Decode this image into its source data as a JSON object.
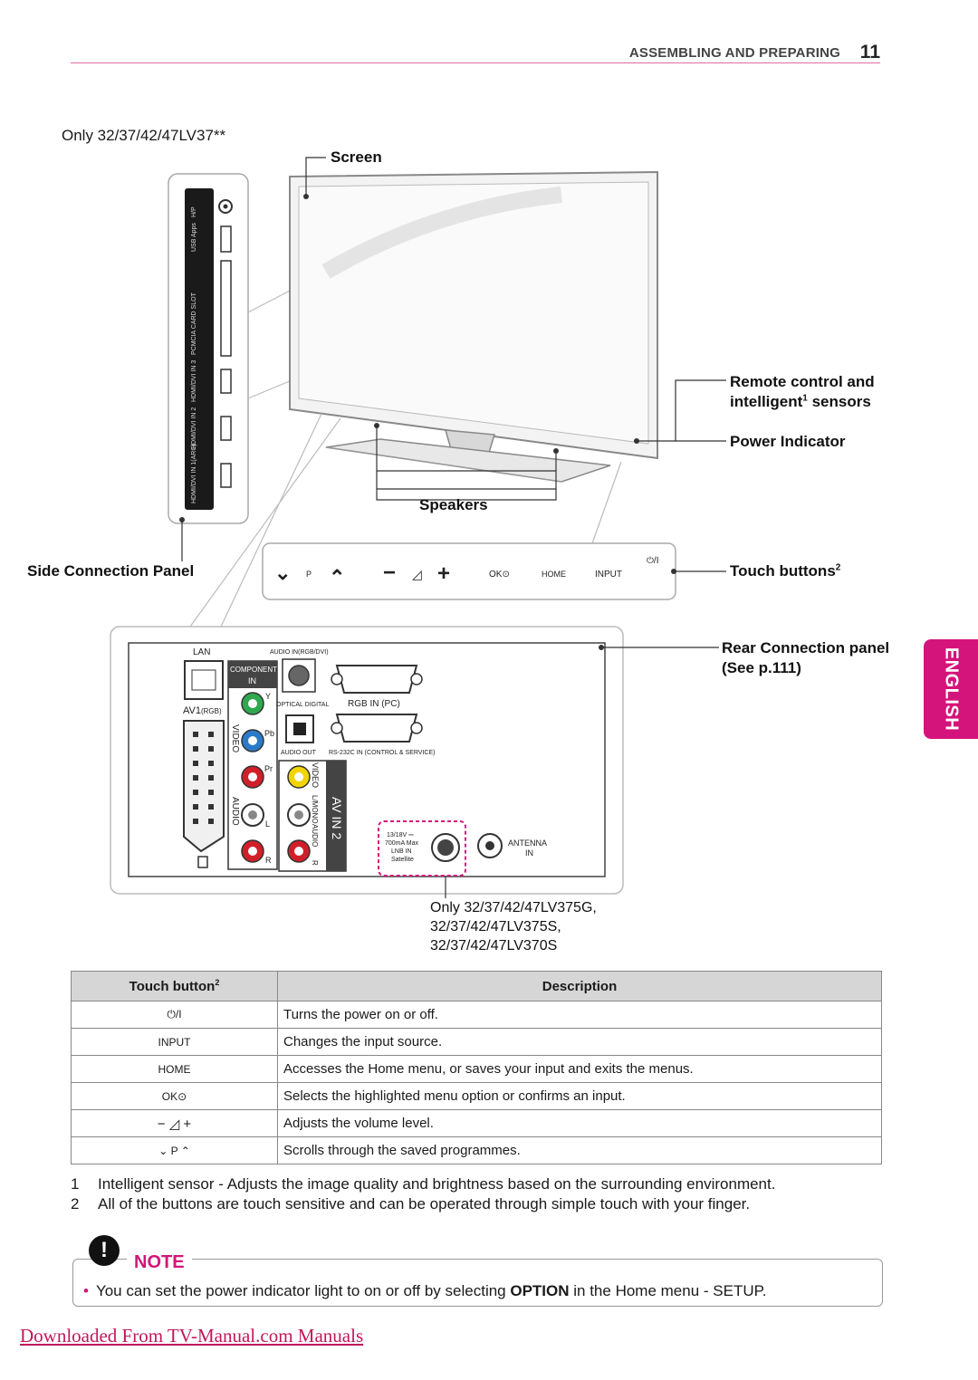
{
  "header": {
    "section_title": "ASSEMBLING AND PREPARING",
    "page_number": "11"
  },
  "model_note_top": "Only 32/37/42/47LV37**",
  "callouts": {
    "screen": "Screen",
    "remote_sensor_1": "Remote control and",
    "remote_sensor_2_prefix": "intelligent",
    "remote_sensor_2_sup": "1",
    "remote_sensor_2_suffix": " sensors",
    "power_indicator": "Power Indicator",
    "speakers": "Speakers",
    "side_connection_panel": "Side Connection Panel",
    "touch_buttons": "Touch buttons",
    "touch_buttons_sup": "2",
    "rear_panel_1": "Rear Connection panel",
    "rear_panel_2": "(See p.111)"
  },
  "side_panel_labels": {
    "hp": "H/P",
    "usb": "USB Apps",
    "pcmcia": "PCMCIA CARD SLOT",
    "hdmi3": "HDMI/DVI IN 3",
    "hdmi2": "HDMI/DVI IN 2",
    "hdmi1": "HDMI/DVI IN 1(ARC)"
  },
  "touch_strip": {
    "down": "⌄",
    "p": "P",
    "up": "⌃",
    "minus": "−",
    "vol": "◿",
    "plus": "+",
    "ok": "OK⊙",
    "home": "HOME",
    "input": "INPUT",
    "power": "⏻/I"
  },
  "rear_panel": {
    "lan": "LAN",
    "audio_in": "AUDIO IN(RGB/DVI)",
    "component": "COMPONENT",
    "component_in": "IN",
    "av1": "AV1",
    "av1_rgb": "(RGB)",
    "rgb_in": "RGB IN (PC)",
    "optical": "OPTICAL DIGITAL",
    "audio_out": "AUDIO OUT",
    "rs232": "RS-232C IN (CONTROL & SERVICE)",
    "video": "VIDEO",
    "audio": "AUDIO",
    "y": "Y",
    "pb": "Pb",
    "pr": "Pr",
    "l": "L",
    "r": "R",
    "av_in_2": "AV IN 2",
    "video2": "VIDEO",
    "mono": "L/MONO",
    "audio2": "AUDIO",
    "r2": "R",
    "lnb_1": "13/18V ⎓",
    "lnb_2": "700mA Max",
    "lnb_3": "LNB IN",
    "lnb_4": "Satellite",
    "antenna_1": "ANTENNA",
    "antenna_2": "IN"
  },
  "model_note_bottom": [
    "Only 32/37/42/47LV375G,",
    "32/37/42/47LV375S,",
    "32/37/42/47LV370S"
  ],
  "table": {
    "header_button": "Touch button",
    "header_button_sup": "2",
    "header_desc": "Description",
    "rows": [
      {
        "button": "⏻/I",
        "desc": "Turns the power on or off."
      },
      {
        "button": "INPUT",
        "desc": "Changes the input source."
      },
      {
        "button": "HOME",
        "desc": "Accesses the Home menu, or saves your input and exits the menus."
      },
      {
        "button": "OK⊙",
        "desc": "Selects the highlighted menu option or confirms an input."
      },
      {
        "button": "− ◿ +",
        "desc": "Adjusts the volume level."
      },
      {
        "button": "⌄  P  ⌃",
        "desc": "Scrolls through the saved programmes."
      }
    ]
  },
  "footnotes": [
    {
      "num": "1",
      "text": "Intelligent sensor - Adjusts the image quality and brightness based on the surrounding environment."
    },
    {
      "num": "2",
      "text": "All of the buttons are touch sensitive and can be operated through simple touch with your finger."
    }
  ],
  "note": {
    "icon": "!",
    "title": "NOTE",
    "text_before": "You can set the power indicator light to on or off by selecting ",
    "text_bold": "OPTION",
    "text_after": " in the Home menu - SETUP."
  },
  "language_tab": "ENGLISH",
  "footer_link": "Downloaded From TV-Manual.com Manuals",
  "colors": {
    "accent": "#d4147a",
    "pink_line": "#e06aa0",
    "lnb_dash": "#d4147a"
  }
}
